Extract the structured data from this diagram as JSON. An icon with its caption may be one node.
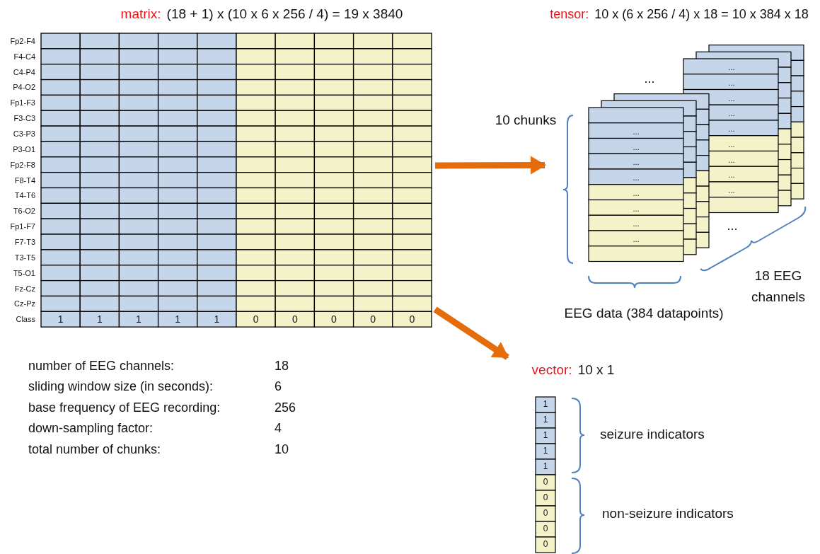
{
  "diagram": {
    "nodes": [
      {
        "text": [
          "matrix:",
          "(18 + 1) x (10 x 6 x 256 / 4) = 19 x 3840"
        ]
      },
      {
        "text": [
          "tensor:",
          "10 x (6 x 256 / 4) x 18 = 10 x 384 x 18"
        ]
      },
      {
        "text": [
          "vector:",
          "10 x 1"
        ]
      }
    ],
    "edges": [
      {
        "from": 0,
        "to": 1,
        "arrow": "to"
      },
      {
        "from": 0,
        "to": 2,
        "arrow": "to"
      }
    ],
    "labels": [
      "Fp2-F4",
      "F4-C4",
      "C4-P4",
      "P4-O2",
      "Fp1-F3",
      "F3-C3",
      "C3-P3",
      "P3-O1",
      "Fp2-F8",
      "F8-T4",
      "T4-T6",
      "T6-O2",
      "Fp1-F7",
      "F7-T3",
      "T3-T5",
      "T5-O1",
      "Fz-Cz",
      "Cz-Pz",
      "Class",
      "1",
      "1",
      "1",
      "1",
      "1",
      "0",
      "0",
      "0",
      "0",
      "0",
      "...",
      "10 chunks",
      "...",
      "...",
      "...",
      "...",
      "...",
      "...",
      "...",
      "...",
      "...",
      "...",
      "...",
      "...",
      "...",
      "...",
      "...",
      "...",
      "...",
      "...",
      "18 EEG channels",
      "EEG data (384 datapoints)",
      "number of EEG channels:",
      "18",
      "sliding window size (in seconds):",
      "6",
      "base frequency of EEG recording:",
      "256",
      "down-sampling factor:",
      "4",
      "total number of chunks:",
      "10",
      "1",
      "1",
      "1",
      "1",
      "1",
      "0",
      "0",
      "0",
      "0",
      "0",
      "seizure indicators",
      "non-seizure indicators"
    ]
  }
}
